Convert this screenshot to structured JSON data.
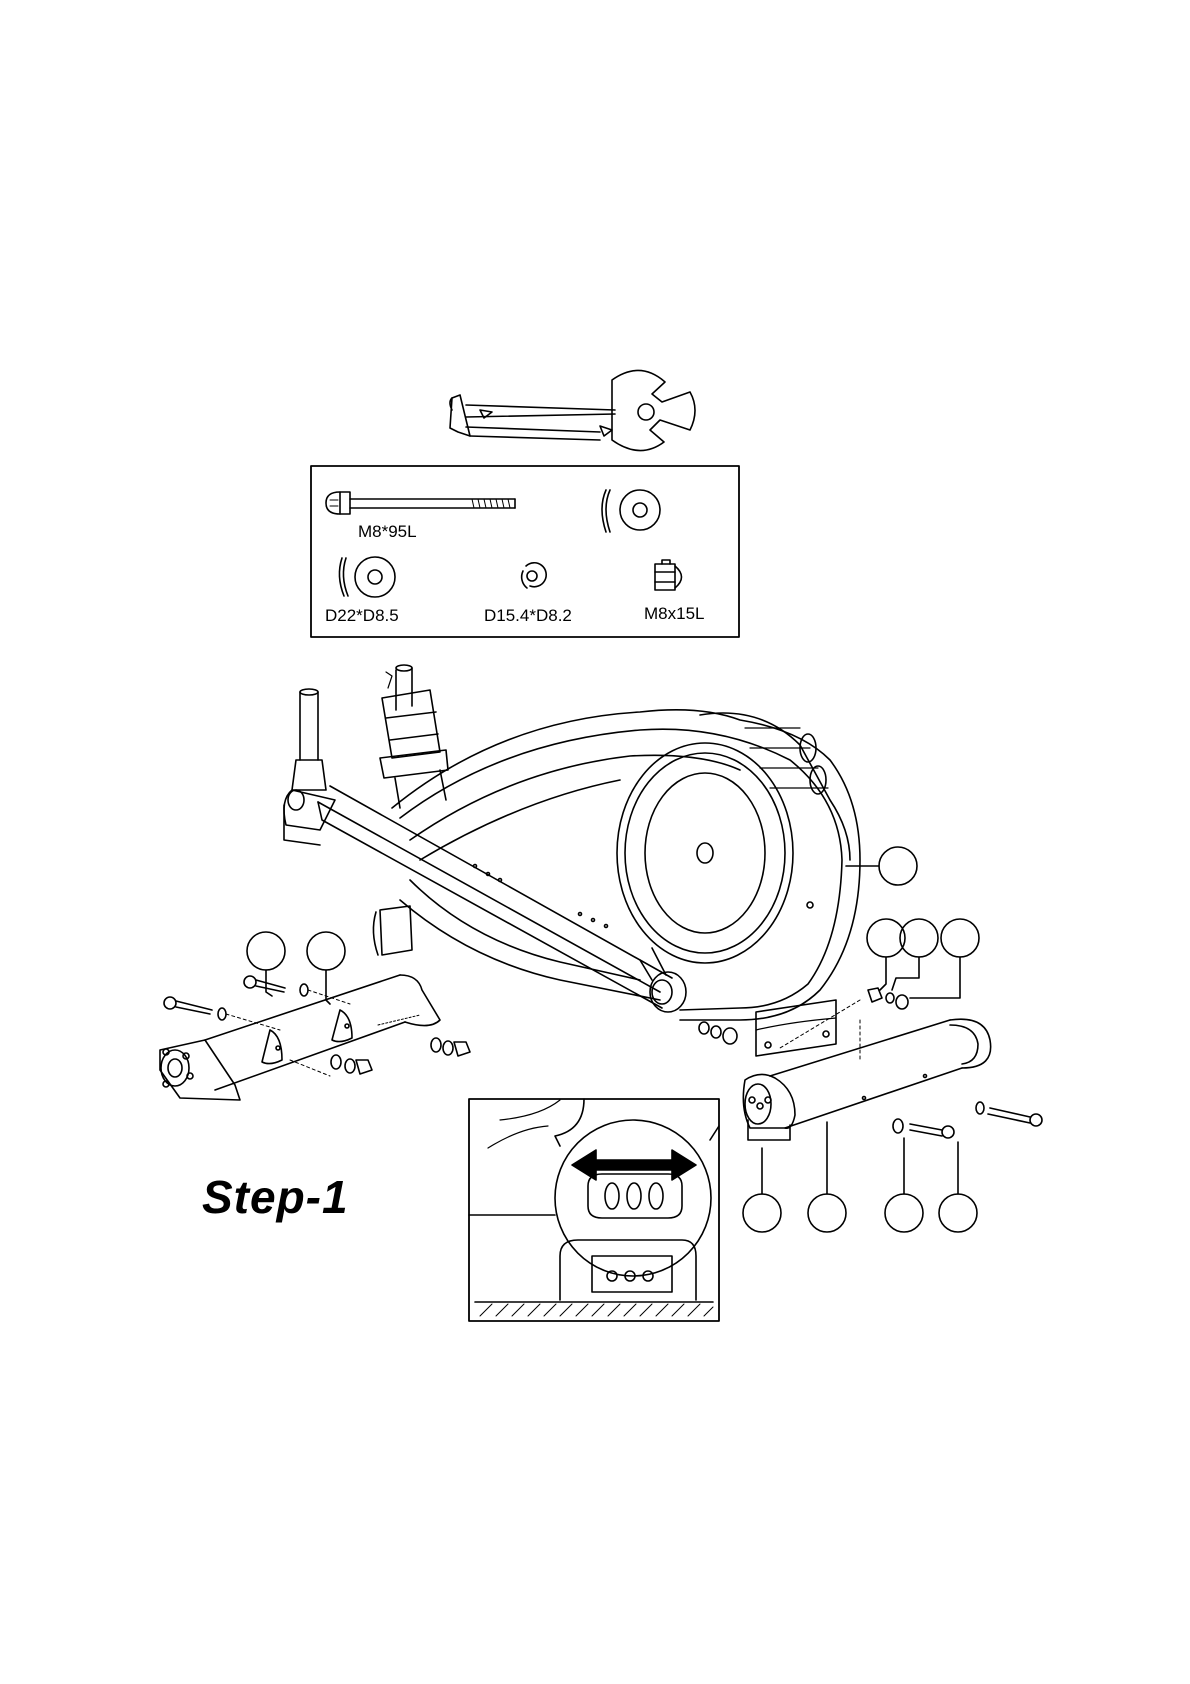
{
  "hardware_box": {
    "items": [
      {
        "icon": "carriage-bolt-icon",
        "label": "M8*95L"
      },
      {
        "icon": "curved-washer-icon",
        "label": ""
      },
      {
        "icon": "flat-washer-icon",
        "label": "D22*D8.5"
      },
      {
        "icon": "spring-washer-icon",
        "label": "D15.4*D8.2"
      },
      {
        "icon": "cap-nut-icon",
        "label": "M8x15L"
      }
    ]
  },
  "step": {
    "title": "Step-1"
  }
}
